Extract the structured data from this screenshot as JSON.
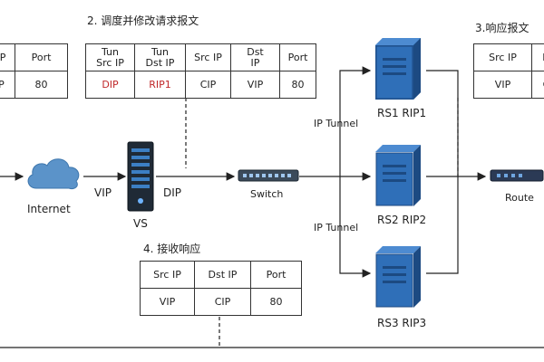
{
  "steps": {
    "step2": "2. 调度并修改请求报文",
    "step3": "3.响应报文",
    "step4": "4. 接收响应"
  },
  "tables": {
    "left_partial": {
      "headers": [
        "IP",
        "Port"
      ],
      "values": [
        "P",
        "80"
      ]
    },
    "step2": {
      "headers": [
        "Tun\nSrc IP",
        "Tun\nDst IP",
        "Src IP",
        "Dst\nIP",
        "Port"
      ],
      "values": [
        "DIP",
        "RIP1",
        "CIP",
        "VIP",
        "80"
      ]
    },
    "step3": {
      "headers": [
        "Src IP",
        "D"
      ],
      "values": [
        "VIP",
        "C"
      ]
    },
    "step4": {
      "headers": [
        "Src IP",
        "Dst IP",
        "Port"
      ],
      "values": [
        "VIP",
        "CIP",
        "80"
      ]
    }
  },
  "nodes": {
    "internet": "Internet",
    "vs": "VS",
    "switch": "Switch",
    "router": "Route",
    "rs1": "RS1 RIP1",
    "rs2": "RS2 RIP2",
    "rs3": "RS3 RIP3"
  },
  "links": {
    "vip": "VIP",
    "dip": "DIP",
    "tunnel1": "IP Tunnel",
    "tunnel2": "IP Tunnel"
  },
  "colors": {
    "highlight": "#c0282a",
    "server_blue": "#2f6fb8",
    "cloud_blue": "#5b93c9"
  }
}
